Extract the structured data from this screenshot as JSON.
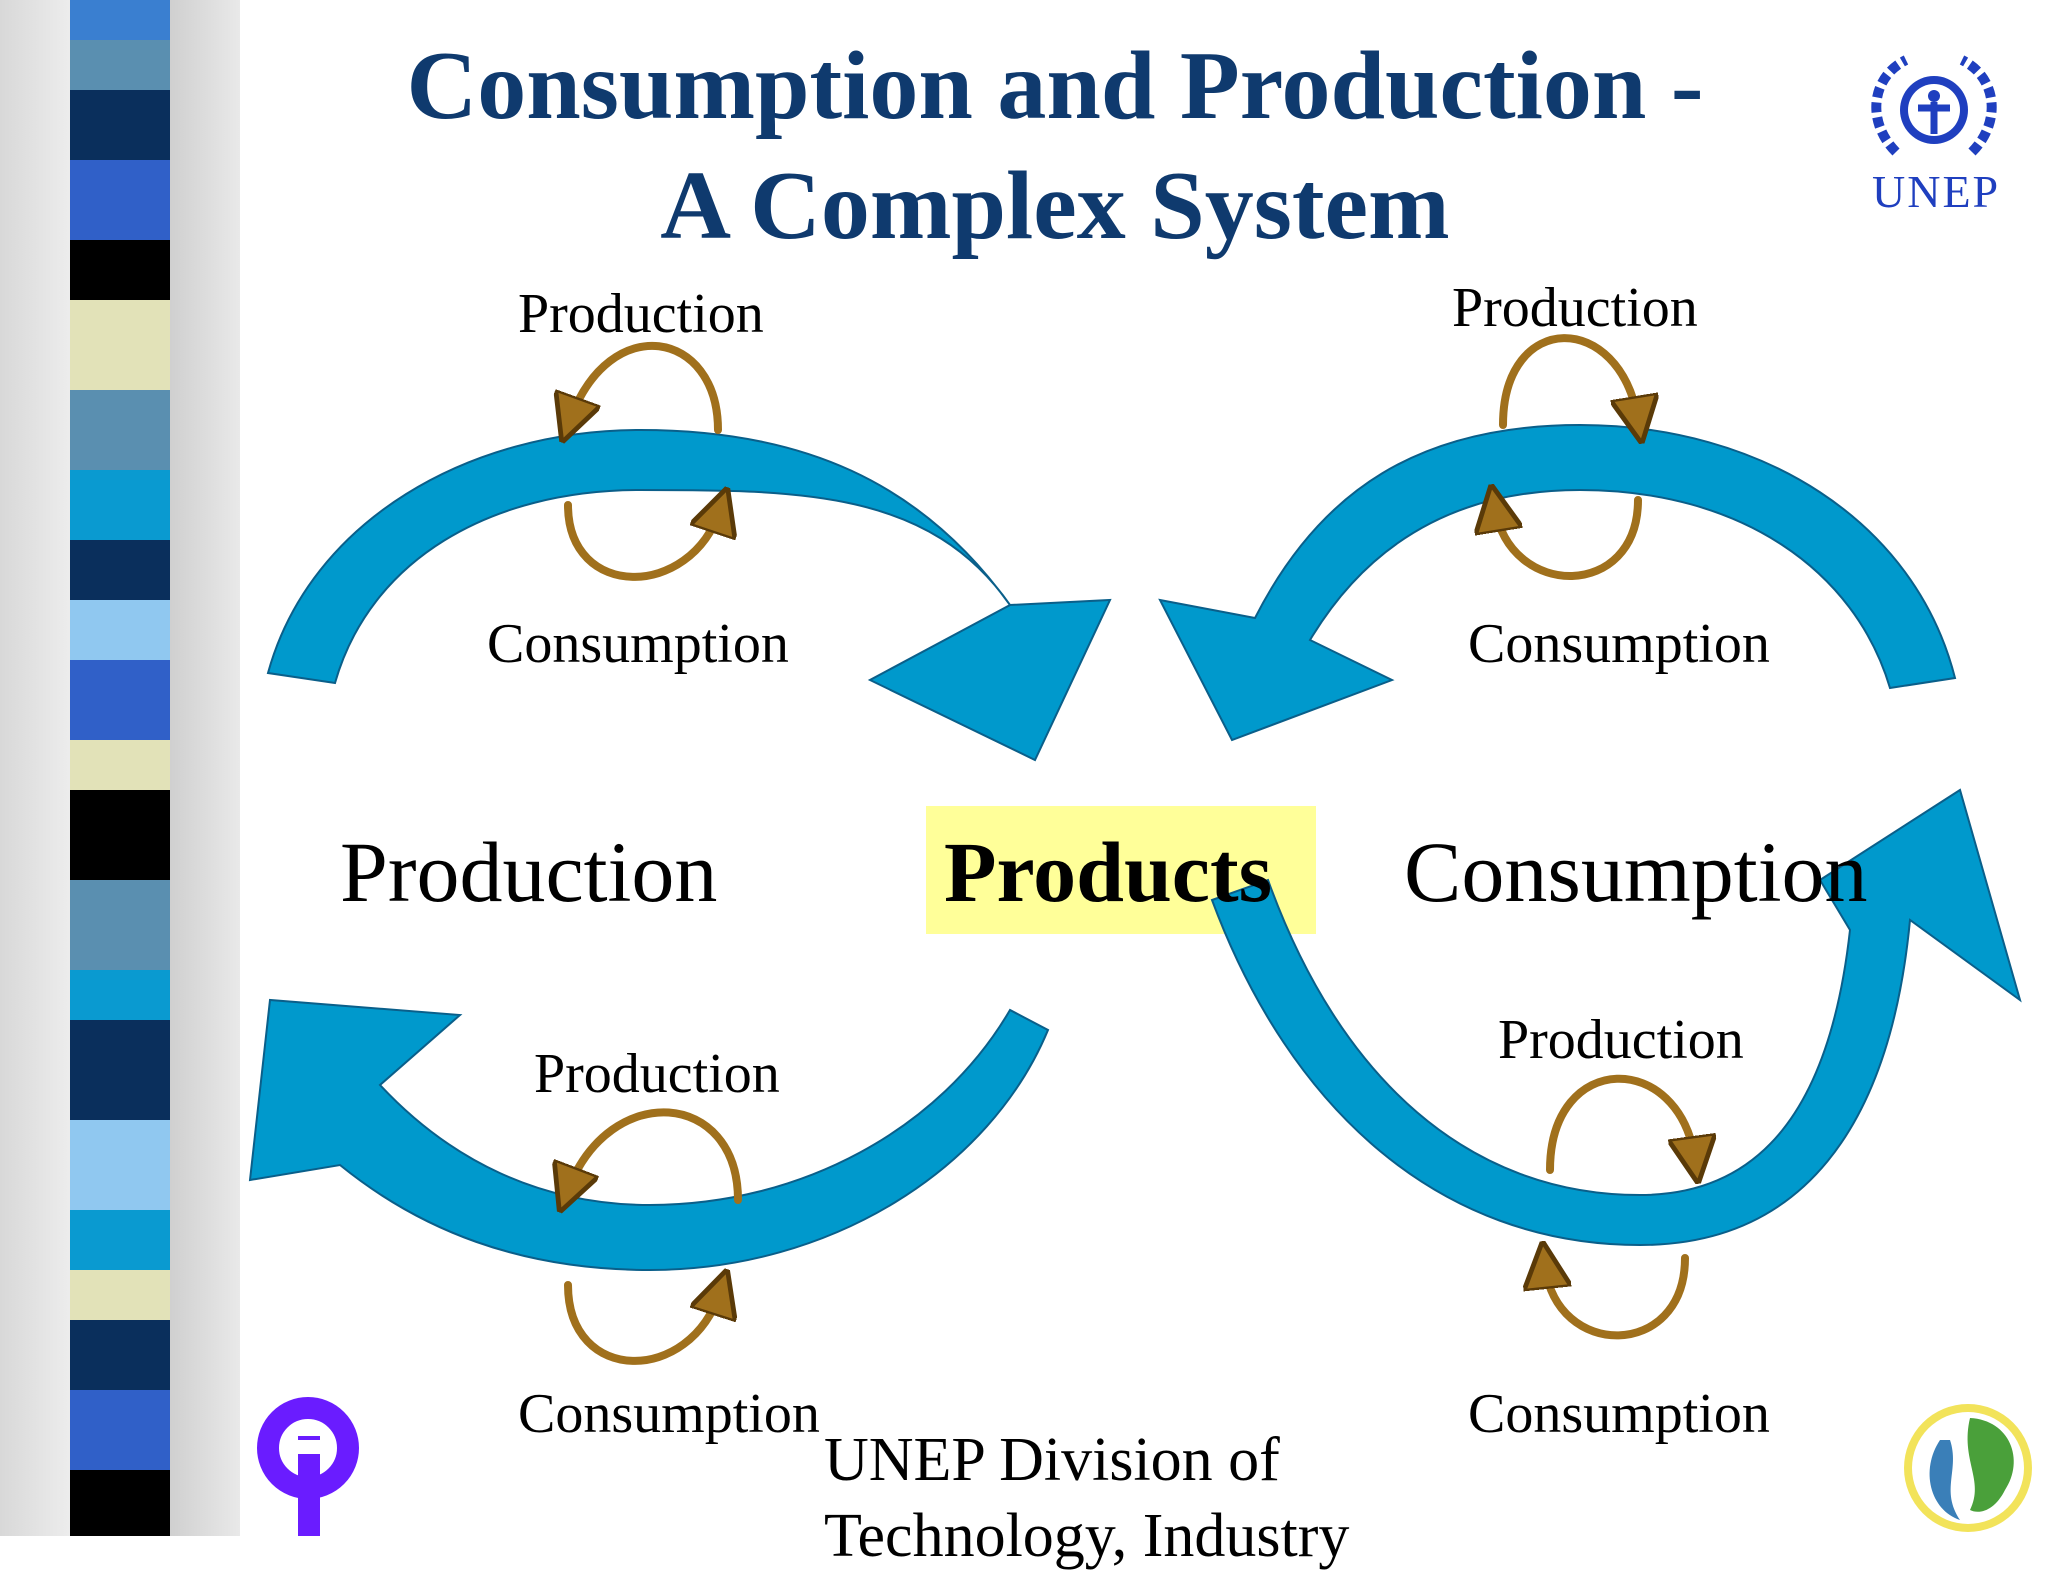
{
  "title": {
    "line1": "Consumption and Production -",
    "line2": "A Complex System"
  },
  "loops": {
    "top_left": {
      "production": "Production",
      "consumption": "Consumption"
    },
    "top_right": {
      "production": "Production",
      "consumption": "Consumption"
    },
    "bottom_left": {
      "production": "Production",
      "consumption": "Consumption"
    },
    "bottom_right": {
      "production": "Production",
      "consumption": "Consumption"
    }
  },
  "center": {
    "left_label": "Production",
    "middle_label": "Products",
    "right_label": "Consumption"
  },
  "footer": {
    "line1": "UNEP Division of",
    "line2": "Technology, Industry"
  },
  "logos": {
    "top_right": "UNEP",
    "bottom_left_icon": "cp-logo-icon",
    "bottom_right_icon": "leaf-globe-icon"
  },
  "colors": {
    "title": "#0f3a6e",
    "arc": "#0099cc",
    "loop": "#8b5a14",
    "highlight": "#ffff99",
    "unep": "#1f3fbf"
  }
}
